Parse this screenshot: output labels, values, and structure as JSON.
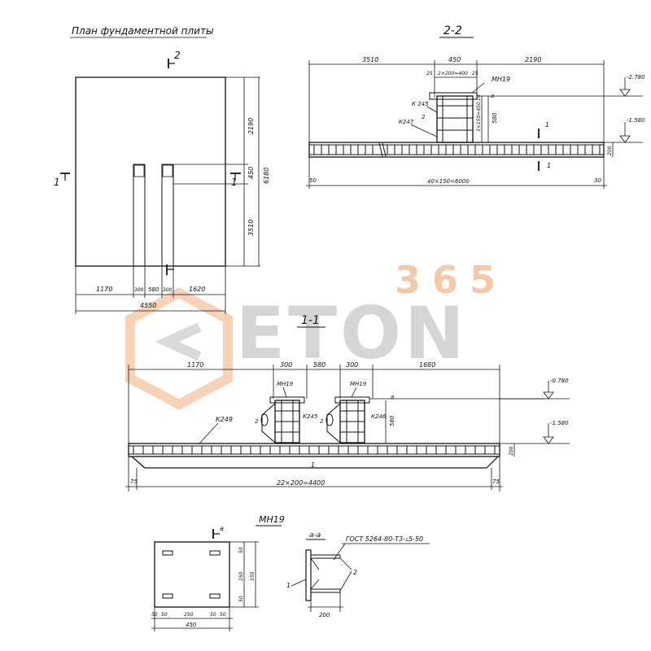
{
  "plan": {
    "title": "План фундаментной плиты",
    "cut_mark_left": "1",
    "cut_mark_top": "2",
    "cut_mark_right": "1",
    "dim_right": [
      "2190",
      "450",
      "3510",
      "6180"
    ],
    "dim_bottom": [
      "1170",
      "300",
      "580",
      "300",
      "1620"
    ],
    "dim_total": "4550"
  },
  "section22": {
    "title": "2-2",
    "dim_top": [
      "3510",
      "450",
      "2190"
    ],
    "dim_inner": [
      "25",
      "2×200=400",
      "25"
    ],
    "mesh_label": "МН19",
    "mark_a": "а",
    "label_k245": "К 245",
    "label_k247": "К247",
    "label_2": "2",
    "dim_vert_inner": [
      "10",
      "3×150=450",
      "580"
    ],
    "level_top": "-2.780",
    "level_bottom": "-1.580",
    "pos_1a": "1",
    "pos_1b": "1",
    "dim_right": "200",
    "dim_bottom": [
      "50",
      "40×150=6000",
      "30"
    ]
  },
  "section11": {
    "title": "1-1",
    "dim_top": [
      "1170",
      "300",
      "580",
      "300",
      "1680"
    ],
    "mesh_a": "МН19",
    "mesh_b": "МН19",
    "mark_a": "а",
    "label_k249": "К249",
    "label_k245": "К245",
    "label_k246": "К246",
    "label_2a": "2",
    "label_2b": "2",
    "dim_580": "580",
    "level_top": "-0.780",
    "level_bottom": "-1.580",
    "dim_right": "200",
    "pos_1": "1",
    "dim_bottom": [
      "75",
      "22×200=4400",
      "75"
    ]
  },
  "mn19": {
    "title": "МН19",
    "cut_mark": "а",
    "dim_right": [
      "50",
      "250",
      "50",
      "350"
    ],
    "dim_bottom": [
      "50",
      "50",
      "250",
      "50",
      "50"
    ],
    "dim_total": "450"
  },
  "detail_aa": {
    "title": "а-а",
    "gost": "ГОСТ 5264-80-Т3-▵5-50",
    "label_1": "1",
    "label_2": "2",
    "dim_bottom": "200"
  },
  "watermark": {
    "number": "365",
    "word": "ETON",
    "colors": {
      "number": "#f3c9a8",
      "word": "#d5d5d5",
      "logo": "#f5d2b8"
    }
  }
}
